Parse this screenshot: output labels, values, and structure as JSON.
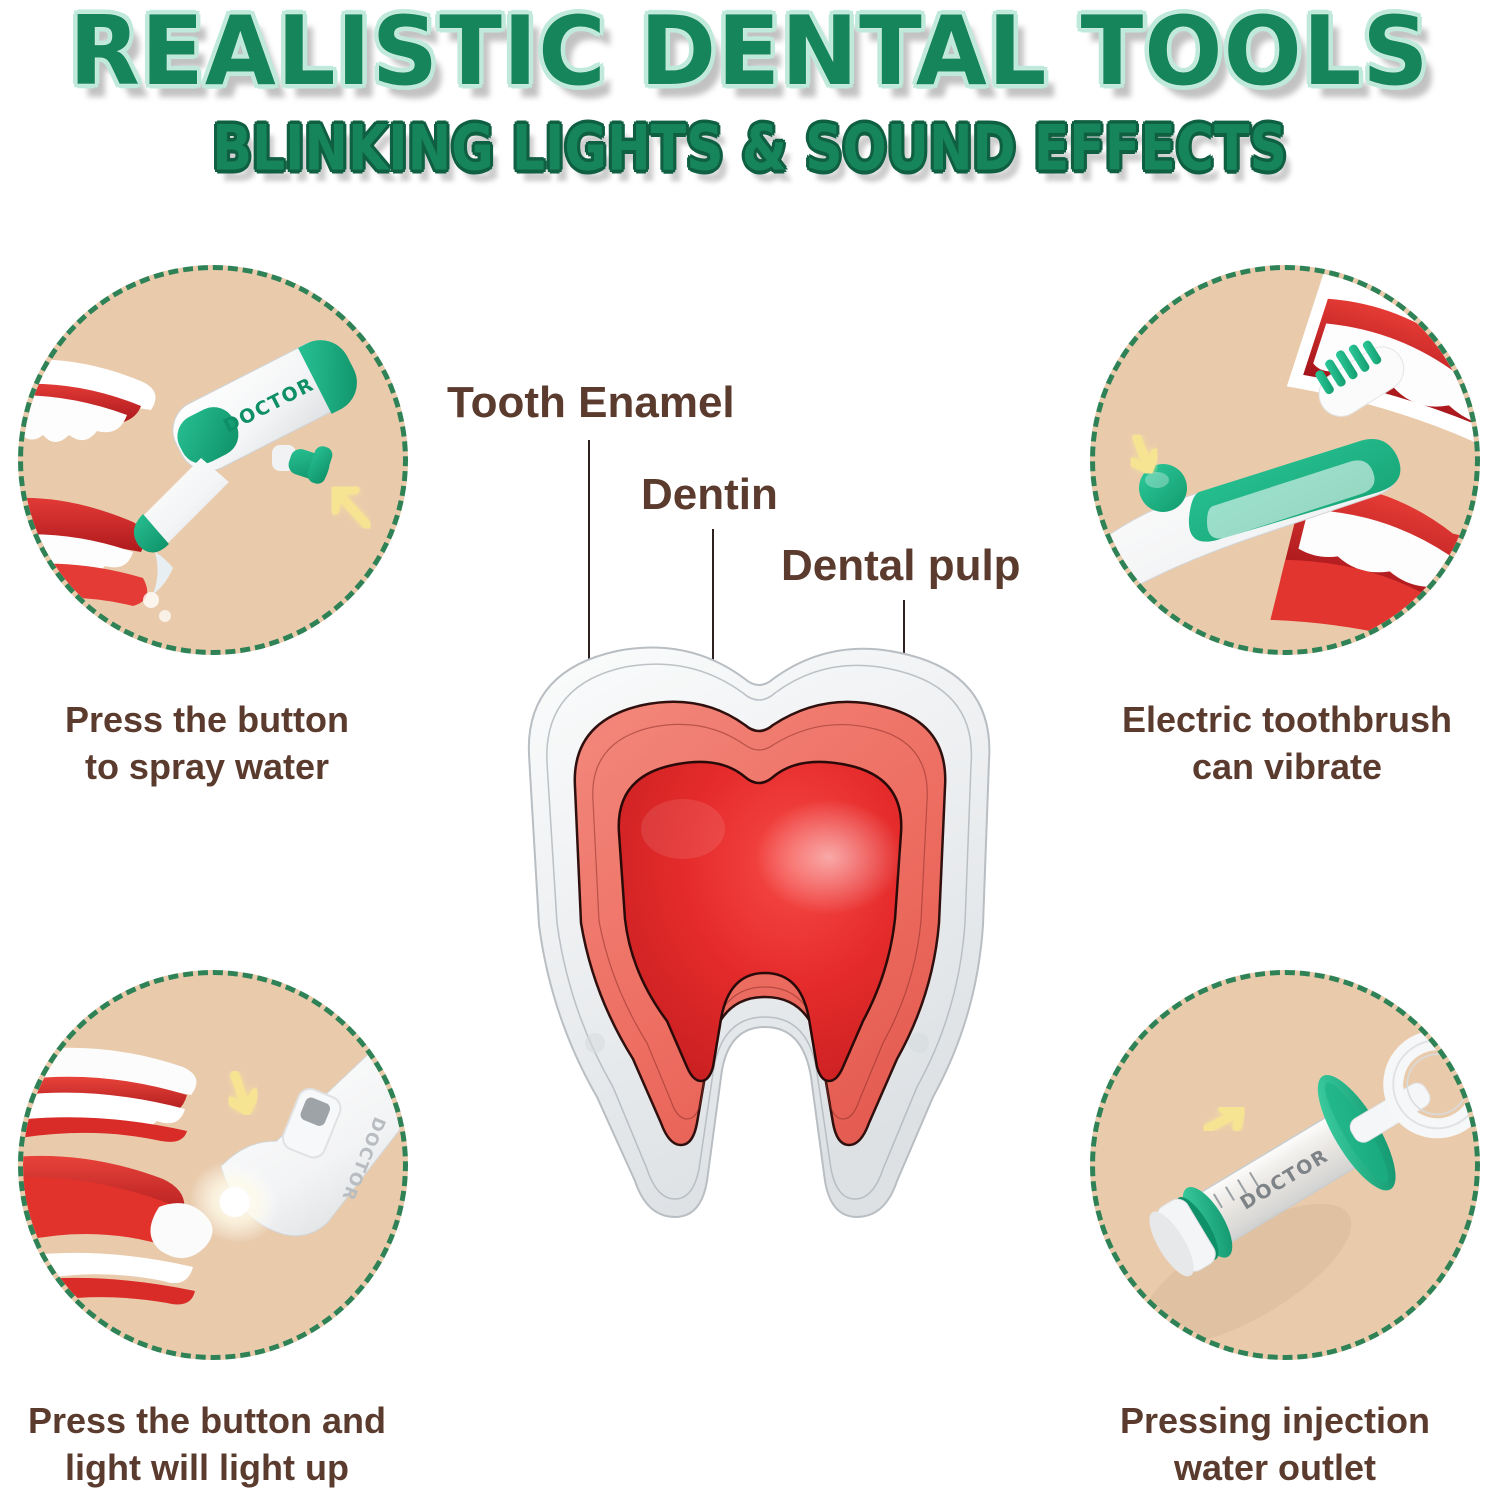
{
  "header": {
    "title": "REALISTIC DENTAL TOOLS",
    "subtitle": "BLINKING LIGHTS & SOUND EFFECTS"
  },
  "theme": {
    "title_green": "#17855c",
    "title_outline": "#ffffff",
    "subtitle_outline": "#0f5f42",
    "circle_fill": "#e9cbac",
    "circle_border": "#2e8256",
    "caption_brown": "#5a3b2e",
    "arrow_yellow": "#f5e08a",
    "tooth_enamel": "#eef0f2",
    "tooth_dentin": "#ee6f63",
    "tooth_pulp": "#e52b2b",
    "toy_green": "#16a97c",
    "toy_red": "#d8262b",
    "background": "#ffffff"
  },
  "features": [
    {
      "id": "spray-water",
      "position": "top-left",
      "caption": "Press the button\nto spray water",
      "caption_line1": "Press the button",
      "caption_line2": "to spray water",
      "brand_on_tool": "DOCTOR",
      "arrow_direction": "up-left",
      "tool": "water-sprayer"
    },
    {
      "id": "electric-toothbrush",
      "position": "top-right",
      "caption": "Electric toothbrush\ncan vibrate",
      "caption_line1": "Electric toothbrush",
      "caption_line2": "can vibrate",
      "brand_on_tool": "DOCTOR",
      "arrow_direction": "down",
      "tool": "electric-toothbrush"
    },
    {
      "id": "light-up",
      "position": "bottom-left",
      "caption": "Press the button and\nlight will light up",
      "caption_line1": "Press the button and",
      "caption_line2": "light will light up",
      "brand_on_tool": "DOCTOR",
      "arrow_direction": "down",
      "tool": "light-probe"
    },
    {
      "id": "injection-water-outlet",
      "position": "bottom-right",
      "caption": "Pressing injection\nwater outlet",
      "caption_line1": "Pressing injection",
      "caption_line2": "water outlet",
      "brand_on_tool": "DOCTOR",
      "arrow_direction": "up-right",
      "tool": "syringe"
    }
  ],
  "tooth_diagram": {
    "labels": [
      {
        "id": "enamel",
        "text": "Tooth Enamel",
        "layer": "outer"
      },
      {
        "id": "dentin",
        "text": "Dentin",
        "layer": "middle"
      },
      {
        "id": "pulp",
        "text": "Dental pulp",
        "layer": "inner"
      }
    ]
  }
}
